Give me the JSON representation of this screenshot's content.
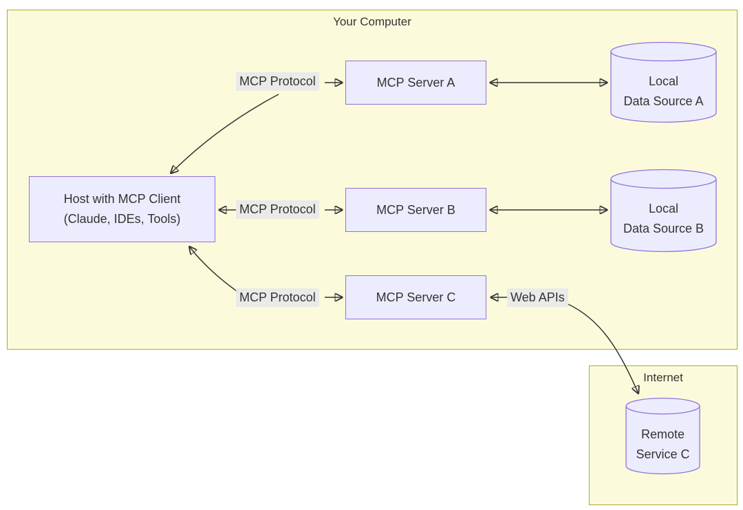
{
  "diagram": {
    "groups": {
      "computer": {
        "label": "Your Computer"
      },
      "internet": {
        "label": "Internet"
      }
    },
    "nodes": {
      "host": {
        "line1": "Host with MCP Client",
        "line2": "(Claude, IDEs, Tools)"
      },
      "server_a": {
        "label": "MCP Server A"
      },
      "server_b": {
        "label": "MCP Server B"
      },
      "server_c": {
        "label": "MCP Server C"
      },
      "data_source_a": {
        "line1": "Local",
        "line2": "Data Source A"
      },
      "data_source_b": {
        "line1": "Local",
        "line2": "Data Source B"
      },
      "remote_service_c": {
        "line1": "Remote",
        "line2": "Service C"
      }
    },
    "edge_labels": {
      "protocol_a": "MCP Protocol",
      "protocol_b": "MCP Protocol",
      "protocol_c": "MCP Protocol",
      "web_apis": "Web APIs"
    },
    "colors": {
      "node_fill": "#ECECFF",
      "node_border": "#9370DB",
      "group_fill": "#FBFBDC",
      "group_border": "#AAAA33",
      "edge_stroke": "#333333",
      "edge_label_bg": "#E8E8E8",
      "text": "#333333",
      "page_bg": "#FFFFFF"
    }
  }
}
